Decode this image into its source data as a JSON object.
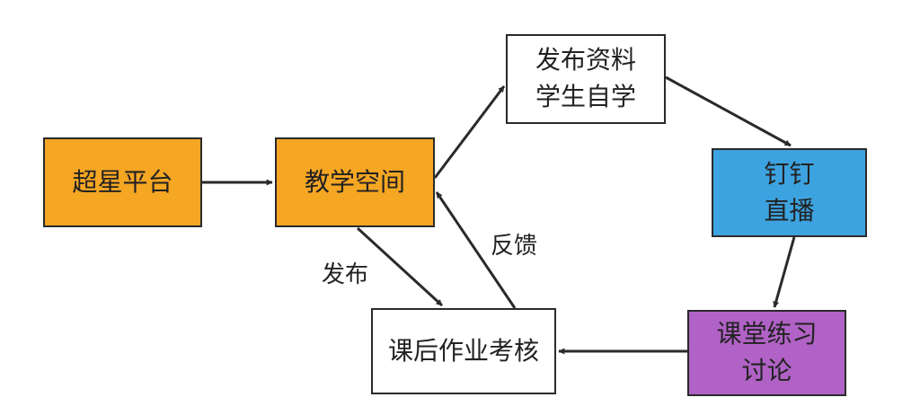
{
  "nodes": {
    "chaoxing": {
      "lines": [
        "超星平台"
      ],
      "fill": "#F5A623"
    },
    "space": {
      "lines": [
        "教学空间"
      ],
      "fill": "#F5A623"
    },
    "publish": {
      "lines": [
        "发布资料",
        "学生自学"
      ],
      "fill": "#FFFFFF"
    },
    "dingding": {
      "lines": [
        "钉钉",
        "直播"
      ],
      "fill": "#3DA3E0"
    },
    "practice": {
      "lines": [
        "课堂练习",
        "讨论"
      ],
      "fill": "#B162C6"
    },
    "homework": {
      "lines": [
        "课后作业考核"
      ],
      "fill": "#FFFFFF"
    }
  },
  "edge_labels": {
    "fabu": "发布",
    "fankui": "反馈"
  },
  "edges": [
    {
      "from": "chaoxing",
      "to": "space"
    },
    {
      "from": "space",
      "to": "publish"
    },
    {
      "from": "publish",
      "to": "dingding"
    },
    {
      "from": "dingding",
      "to": "practice"
    },
    {
      "from": "practice",
      "to": "homework"
    },
    {
      "from": "space",
      "to": "homework",
      "label": "fabu"
    },
    {
      "from": "homework",
      "to": "space",
      "label": "fankui"
    }
  ],
  "colors": {
    "stroke": "#2A2A2A",
    "text": "#222222"
  }
}
